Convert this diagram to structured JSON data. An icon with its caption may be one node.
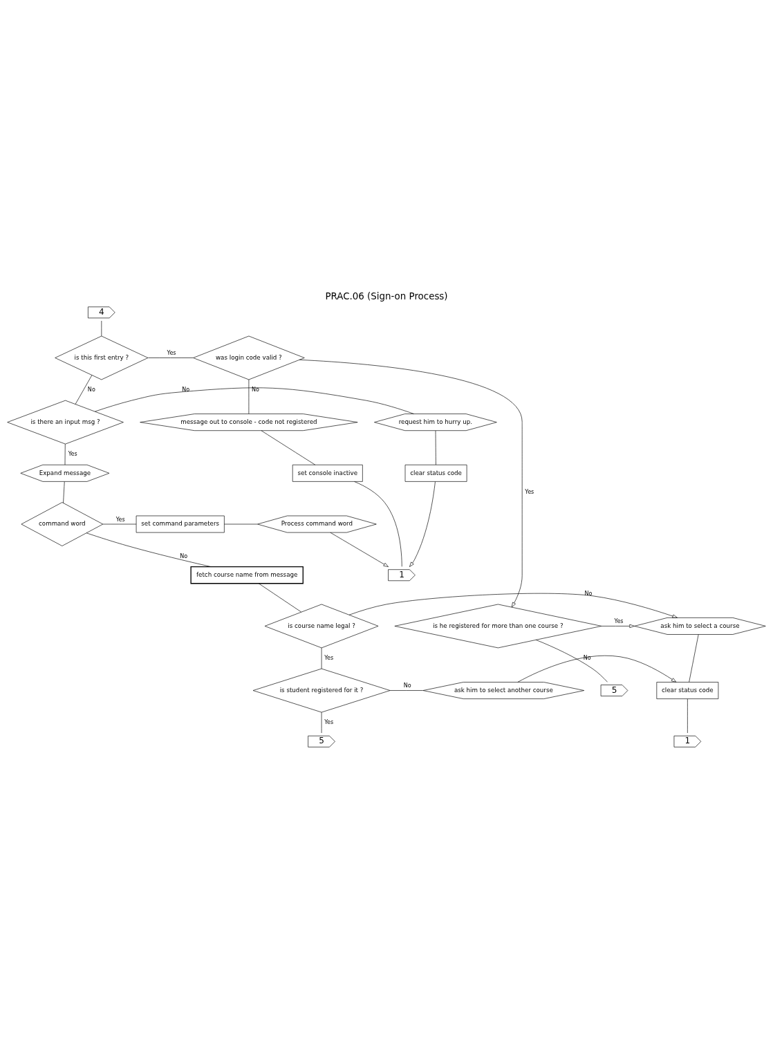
{
  "diagram": {
    "title": "PRAC.06 (Sign-on Process)",
    "nodes": [
      {
        "text": [
          "4"
        ]
      },
      {
        "text": [
          "is this first entry ?"
        ]
      },
      {
        "text": [
          "was login code valid ?"
        ]
      },
      {
        "text": [
          "is there an input msg ?"
        ]
      },
      {
        "text": [
          "request him to hurry up."
        ]
      },
      {
        "text": [
          "message out to console - code not registered"
        ]
      },
      {
        "text": [
          "Expand message"
        ]
      },
      {
        "text": [
          "clear status code"
        ]
      },
      {
        "text": [
          "set console inactive"
        ]
      },
      {
        "text": [
          "1"
        ]
      },
      {
        "text": [
          "command word"
        ]
      },
      {
        "text": [
          "set command parameters"
        ]
      },
      {
        "text": [
          "Process command word"
        ]
      },
      {
        "text": [
          "fetch course name from message"
        ]
      },
      {
        "text": [
          "is he registered for more than one course ?"
        ]
      },
      {
        "text": [
          "is course name legal ?"
        ]
      },
      {
        "text": [
          "ask him to select a course"
        ]
      },
      {
        "text": [
          "5"
        ]
      },
      {
        "text": [
          "is student registered for it ?"
        ]
      },
      {
        "text": [
          "ask him to select another course"
        ]
      },
      {
        "text": [
          "clear status code"
        ]
      },
      {
        "text": [
          "1"
        ]
      },
      {
        "text": [
          "5"
        ]
      }
    ],
    "edges": [
      {
        "from": 0,
        "to": 1,
        "arrow": "none"
      },
      {
        "from": 1,
        "to": 2,
        "arrow": "none",
        "label": "Yes"
      },
      {
        "from": 2,
        "to": 14,
        "arrow": "to",
        "label": "Yes"
      },
      {
        "from": 2,
        "to": 5,
        "arrow": "none",
        "label": "No"
      },
      {
        "from": 1,
        "to": 3,
        "arrow": "none",
        "label": "No"
      },
      {
        "from": 3,
        "to": 4,
        "arrow": "none",
        "label": "No"
      },
      {
        "from": 3,
        "to": 6,
        "arrow": "none",
        "label": "Yes"
      },
      {
        "from": 4,
        "to": 7,
        "arrow": "none"
      },
      {
        "from": 5,
        "to": 8,
        "arrow": "none"
      },
      {
        "from": 7,
        "to": 9,
        "arrow": "to"
      },
      {
        "from": 8,
        "to": 9,
        "arrow": "none"
      },
      {
        "from": 12,
        "to": 9,
        "arrow": "to"
      },
      {
        "from": 6,
        "to": 10,
        "arrow": "none"
      },
      {
        "from": 10,
        "to": 11,
        "arrow": "none",
        "label": "Yes"
      },
      {
        "from": 11,
        "to": 12,
        "arrow": "none"
      },
      {
        "from": 10,
        "to": 13,
        "arrow": "none",
        "label": "No"
      },
      {
        "from": 13,
        "to": 15,
        "arrow": "none"
      },
      {
        "from": 15,
        "to": 16,
        "arrow": "to",
        "label": "No"
      },
      {
        "from": 14,
        "to": 16,
        "arrow": "to",
        "label": "Yes"
      },
      {
        "from": 14,
        "to": 17,
        "arrow": "none",
        "label": "No"
      },
      {
        "from": 15,
        "to": 18,
        "arrow": "none",
        "label": "Yes"
      },
      {
        "from": 18,
        "to": 19,
        "arrow": "none",
        "label": "No"
      },
      {
        "from": 19,
        "to": 20,
        "arrow": "to"
      },
      {
        "from": 16,
        "to": 20,
        "arrow": "none"
      },
      {
        "from": 20,
        "to": 21,
        "arrow": "none"
      },
      {
        "from": 18,
        "to": 22,
        "arrow": "none",
        "label": "Yes"
      }
    ]
  }
}
